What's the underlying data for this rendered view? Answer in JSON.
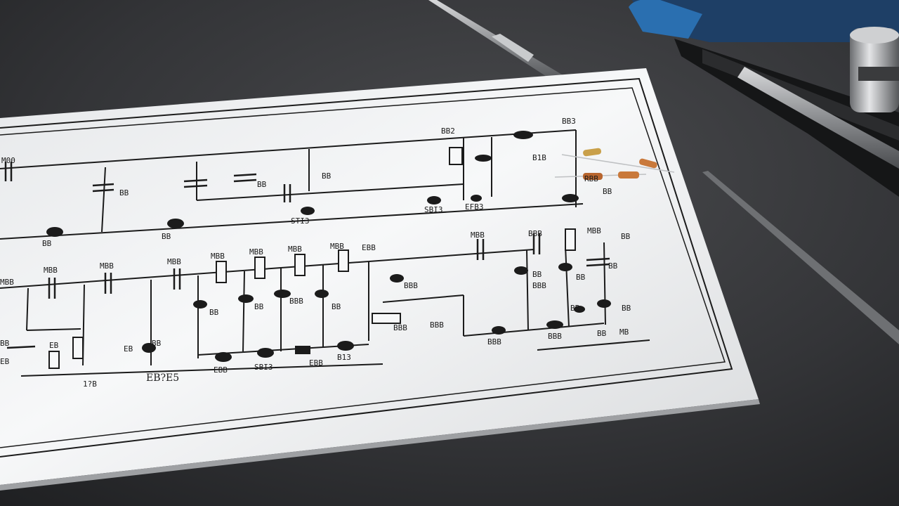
{
  "scene": {
    "colors": {
      "desk": "#2f3032",
      "paper": "#f4f5f6",
      "ink": "#1b1b1b",
      "tool_handle": "#2a6fb0",
      "resistor_body": "#c9793b"
    },
    "labels": {
      "top_left": "M00",
      "top_mid": "BB2",
      "top_right": "BB3",
      "top_r1": "B1B",
      "c_label_1": "BB",
      "c_label_2": "BB",
      "c_label_3": "BB",
      "q_top_1": "BB",
      "q_top_2": "BB",
      "q_top_3": "STI3",
      "q_top_4": "SBI3",
      "q_top_5": "EFB3",
      "r_right": "RBB",
      "r_right_2": "BB",
      "row_a": [
        "MBB",
        "MBB",
        "MBB",
        "MBB",
        "MBB",
        "MBB",
        "EBB",
        "MBB",
        "MBB",
        "MBB",
        "MBB"
      ],
      "mid_a": "BB",
      "mid_b": "BB",
      "mid_c": "BBB",
      "mid_d": "BB",
      "mid_e": "BBB",
      "mid_f": "BBB",
      "mid_g": "BBB",
      "mid_h": "BBB",
      "right_1": "BB",
      "right_2": "BBB",
      "right_3": "BB",
      "right_4": "BB",
      "right_5": "BB",
      "right_6": "BB",
      "right_7": "MB",
      "right_8": "BB",
      "bottom_1": "1?B",
      "bottom_2": "EB?E5",
      "bottom_3": "EBB",
      "bottom_4": "SBI3",
      "bottom_5": "EBB",
      "bottom_6": "B13",
      "bottom_7": "EB",
      "bottom_8": "BB",
      "bottom_9": "BBB",
      "bottom_10": "BBB",
      "bottom_11": "BB",
      "left_1": "EB",
      "left_2": "EB",
      "left_3": "BB"
    }
  }
}
